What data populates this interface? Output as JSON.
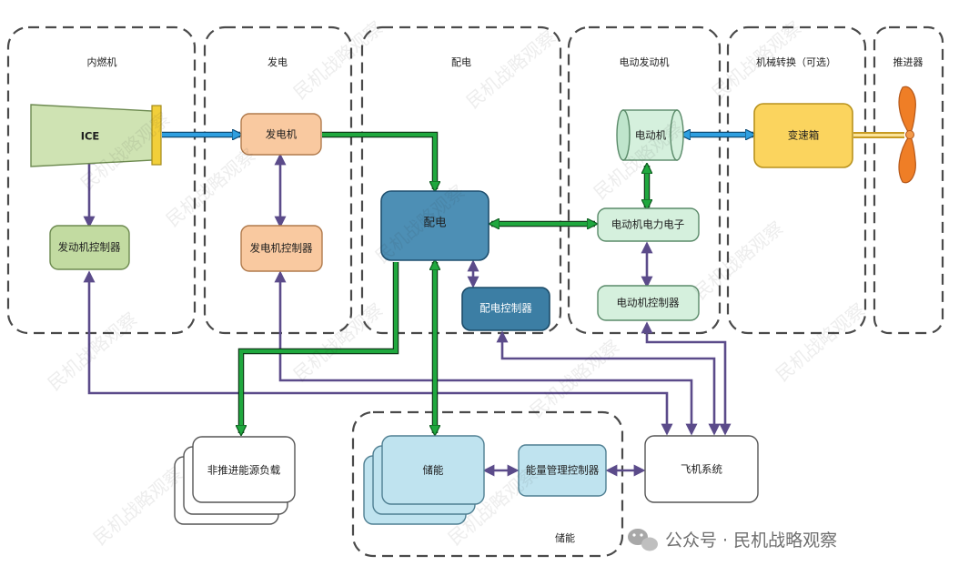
{
  "groups": {
    "ice": "内燃机",
    "generation": "发电",
    "distribution": "配电",
    "motor": "电动发动机",
    "mechanical": "机械转换（可选）",
    "propulsor": "推进器",
    "storage": "储能"
  },
  "nodes": {
    "ice": "ICE",
    "engine_controller": "发动机控制器",
    "generator": "发电机",
    "generator_controller": "发电机控制器",
    "distribution": "配电",
    "distribution_controller": "配电控制器",
    "motor": "电动机",
    "motor_power_electronics": "电动机电力电子",
    "motor_controller": "电动机控制器",
    "gearbox": "变速箱",
    "non_propulsive_loads": "非推进能源负载",
    "storage": "储能",
    "energy_management_controller": "能量管理控制器",
    "aircraft_system": "飞机系统"
  },
  "watermark": {
    "text": "民机战略观察",
    "credit": "公众号 · 民机战略观察"
  },
  "colors": {
    "ice": "#cfe3b3",
    "engine_controller": "#c2dba1",
    "generator": "#f9c9a0",
    "distribution": "#4d8fb5",
    "distribution_controller": "#3c7ea4",
    "motor_nodes": "#d5f0dd",
    "gearbox": "#fbd45e",
    "propeller": "#ef7e26",
    "storage": "#bfe3ef",
    "energy_management": "#bfe3ef",
    "mechanical_link": "#2e9fe0",
    "electrical_link": "#1fa83e",
    "control_link": "#5b4b8a"
  }
}
